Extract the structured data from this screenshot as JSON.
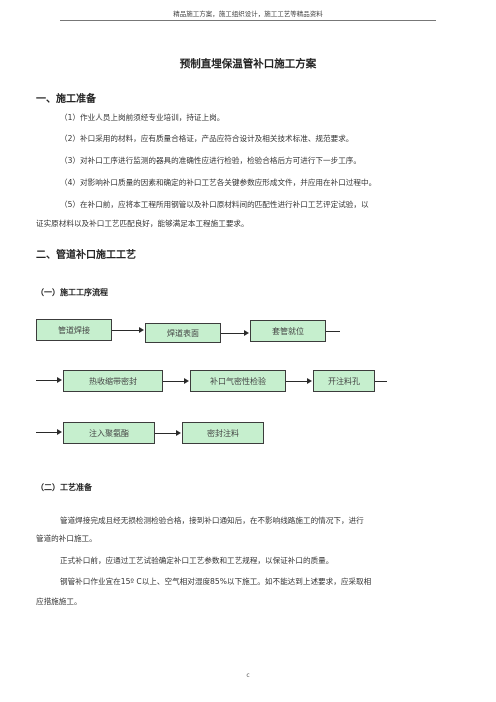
{
  "header": {
    "text": "精品施工方案，施工组织设计，施工工艺等精品资料"
  },
  "title": "预制直埋保温管补口施工方案",
  "section1": {
    "heading": "一、施工准备",
    "items": [
      "（1）作业人员上岗前须经专业培训，持证上岗。",
      "（2）补口采用的材料，应有质量合格证，产品应符合设计及相关技术标准、规范要求。",
      "（3）对补口工序进行监测的器具的准确性应进行检验，检验合格后方可进行下一步工序。",
      "（4）对影响补口质量的因素和确定的补口工艺各关键参数应形成文件，并应用在补口过程中。",
      "（5）在补口前，应将本工程所用钢管以及补口原材料间的匹配性进行补口工艺评定试验，以",
      "证实原材料以及补口工艺匹配良好，能够满足本工程施工要求。"
    ]
  },
  "section2": {
    "heading": "二、管道补口施工工艺",
    "sub1": "（一）施工工序流程",
    "flow": {
      "row1": [
        "管道焊接",
        "焊道表面",
        "套管就位"
      ],
      "row2": [
        "热收缩带密封",
        "补口气密性检验",
        "开注料孔"
      ],
      "row3": [
        "注入聚氨酯",
        "密封注料"
      ]
    },
    "sub2": "（二）工艺准备",
    "paragraphs": [
      "管道焊接完成且经无损检测检验合格，接到补口通知后，在不影响线路施工的情况下，进行",
      "管道的补口施工。",
      "正式补口前，应通过工艺试验确定补口工艺参数和工艺规程，以保证补口的质量。",
      "钢管补口作业宜在15º C以上、空气相对湿度85%以下施工。如不能达到上述要求，应采取相",
      "应措施施工。"
    ]
  },
  "footer": {
    "page": "c"
  }
}
